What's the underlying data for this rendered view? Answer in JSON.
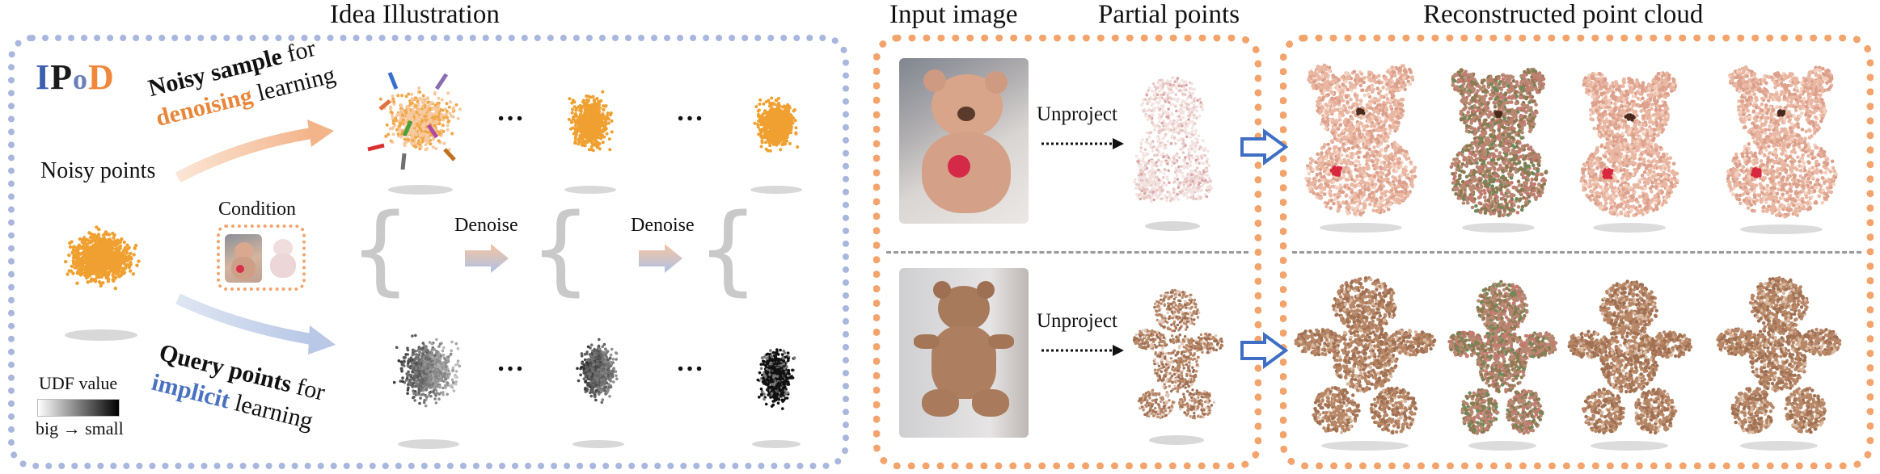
{
  "titles": {
    "idea": "Idea Illustration",
    "input": "Input image",
    "partial": "Partial points",
    "recon": "Reconstructed point cloud"
  },
  "logo": {
    "i": "I",
    "p": "P",
    "o": "o",
    "d": "D"
  },
  "labels": {
    "noisy_points": "Noisy points",
    "condition": "Condition",
    "denoise": "Denoise",
    "unproject": "Unproject",
    "udf_value": "UDF value",
    "big_small": "big → small",
    "ellipsis": "…"
  },
  "top_caption": {
    "bold": "Noisy sample",
    "for": " for",
    "accent": "denoising",
    "tail": " learning"
  },
  "bottom_caption": {
    "bold": "Query points",
    "for": " for",
    "accent": "implicit",
    "tail": " learning"
  },
  "colors": {
    "orange": "#f0a030",
    "orange_accent": "#e8863a",
    "blue_accent": "#4a72c0",
    "logo_i": "#3c5fb0",
    "logo_p": "#1a1a1a",
    "logo_o": "#6d7fb8",
    "logo_d": "#f0873a",
    "bear_light": "#e9b7a2",
    "bear_brown": "#b78767"
  }
}
